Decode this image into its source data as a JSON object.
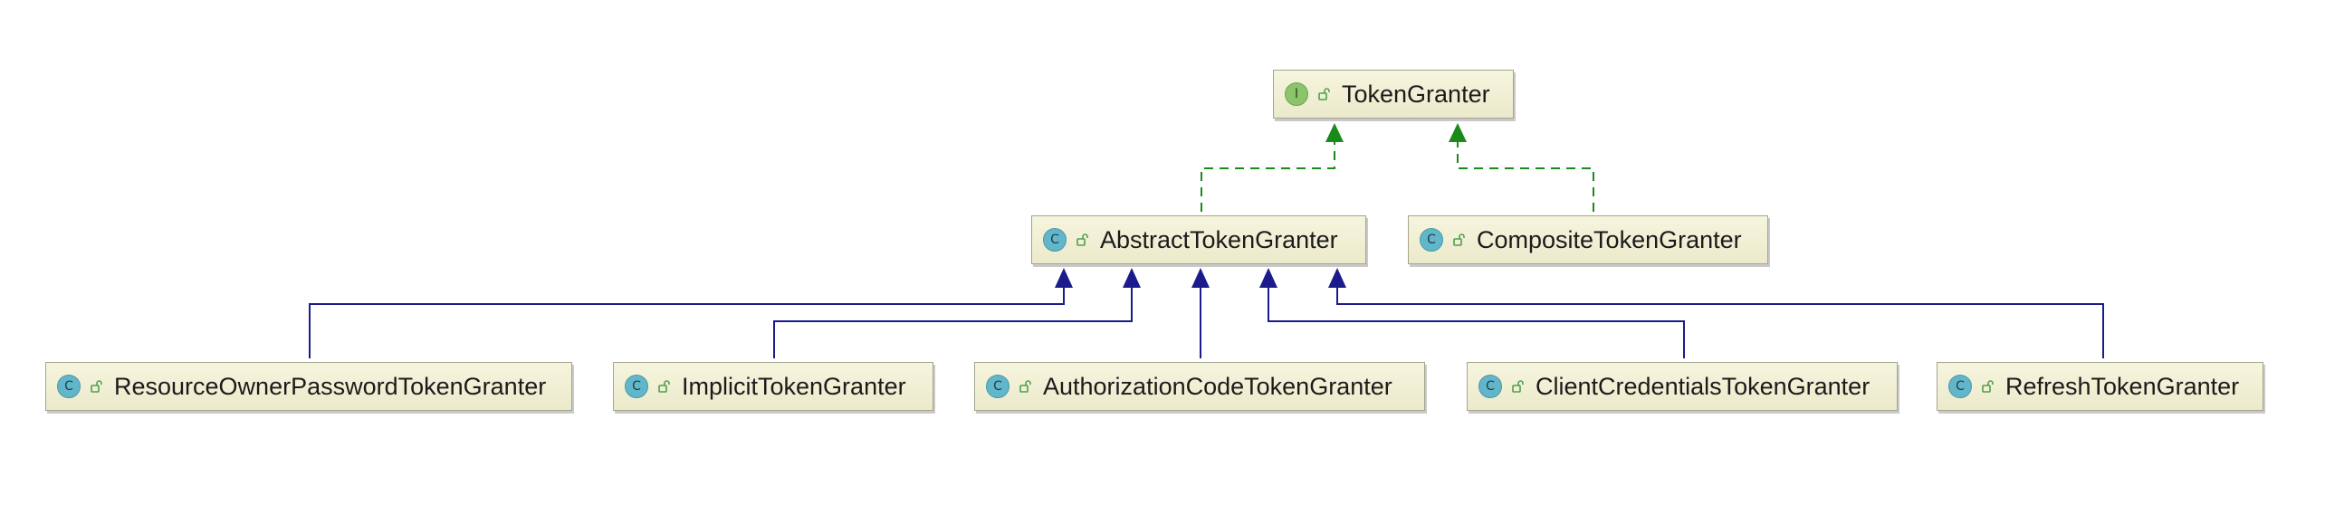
{
  "diagram": {
    "nodes": [
      {
        "id": "token-granter",
        "label": "TokenGranter",
        "kind": "interface",
        "kind_glyph": "I",
        "access_icon": "public-lock-icon"
      },
      {
        "id": "abstract-token-granter",
        "label": "AbstractTokenGranter",
        "kind": "class",
        "kind_glyph": "C",
        "access_icon": "public-lock-icon"
      },
      {
        "id": "composite-token-granter",
        "label": "CompositeTokenGranter",
        "kind": "class",
        "kind_glyph": "C",
        "access_icon": "public-lock-icon"
      },
      {
        "id": "resource-owner-password-token-granter",
        "label": "ResourceOwnerPasswordTokenGranter",
        "kind": "class",
        "kind_glyph": "C",
        "access_icon": "public-lock-icon"
      },
      {
        "id": "implicit-token-granter",
        "label": "ImplicitTokenGranter",
        "kind": "class",
        "kind_glyph": "C",
        "access_icon": "public-lock-icon"
      },
      {
        "id": "authorization-code-token-granter",
        "label": "AuthorizationCodeTokenGranter",
        "kind": "class",
        "kind_glyph": "C",
        "access_icon": "public-lock-icon"
      },
      {
        "id": "client-credentials-token-granter",
        "label": "ClientCredentialsTokenGranter",
        "kind": "class",
        "kind_glyph": "C",
        "access_icon": "public-lock-icon"
      },
      {
        "id": "refresh-token-granter",
        "label": "RefreshTokenGranter",
        "kind": "class",
        "kind_glyph": "C",
        "access_icon": "public-lock-icon"
      }
    ],
    "edges": [
      {
        "from": "abstract-token-granter",
        "to": "token-granter",
        "type": "implements"
      },
      {
        "from": "composite-token-granter",
        "to": "token-granter",
        "type": "implements"
      },
      {
        "from": "resource-owner-password-token-granter",
        "to": "abstract-token-granter",
        "type": "extends"
      },
      {
        "from": "implicit-token-granter",
        "to": "abstract-token-granter",
        "type": "extends"
      },
      {
        "from": "authorization-code-token-granter",
        "to": "abstract-token-granter",
        "type": "extends"
      },
      {
        "from": "client-credentials-token-granter",
        "to": "abstract-token-granter",
        "type": "extends"
      },
      {
        "from": "refresh-token-granter",
        "to": "abstract-token-granter",
        "type": "extends"
      }
    ],
    "colors": {
      "implements": "#1a8a1a",
      "extends": "#1b1b8c",
      "class_badge": "#62b6c9",
      "interface_badge": "#8cc46b",
      "access_icon": "#4ea04e"
    }
  }
}
